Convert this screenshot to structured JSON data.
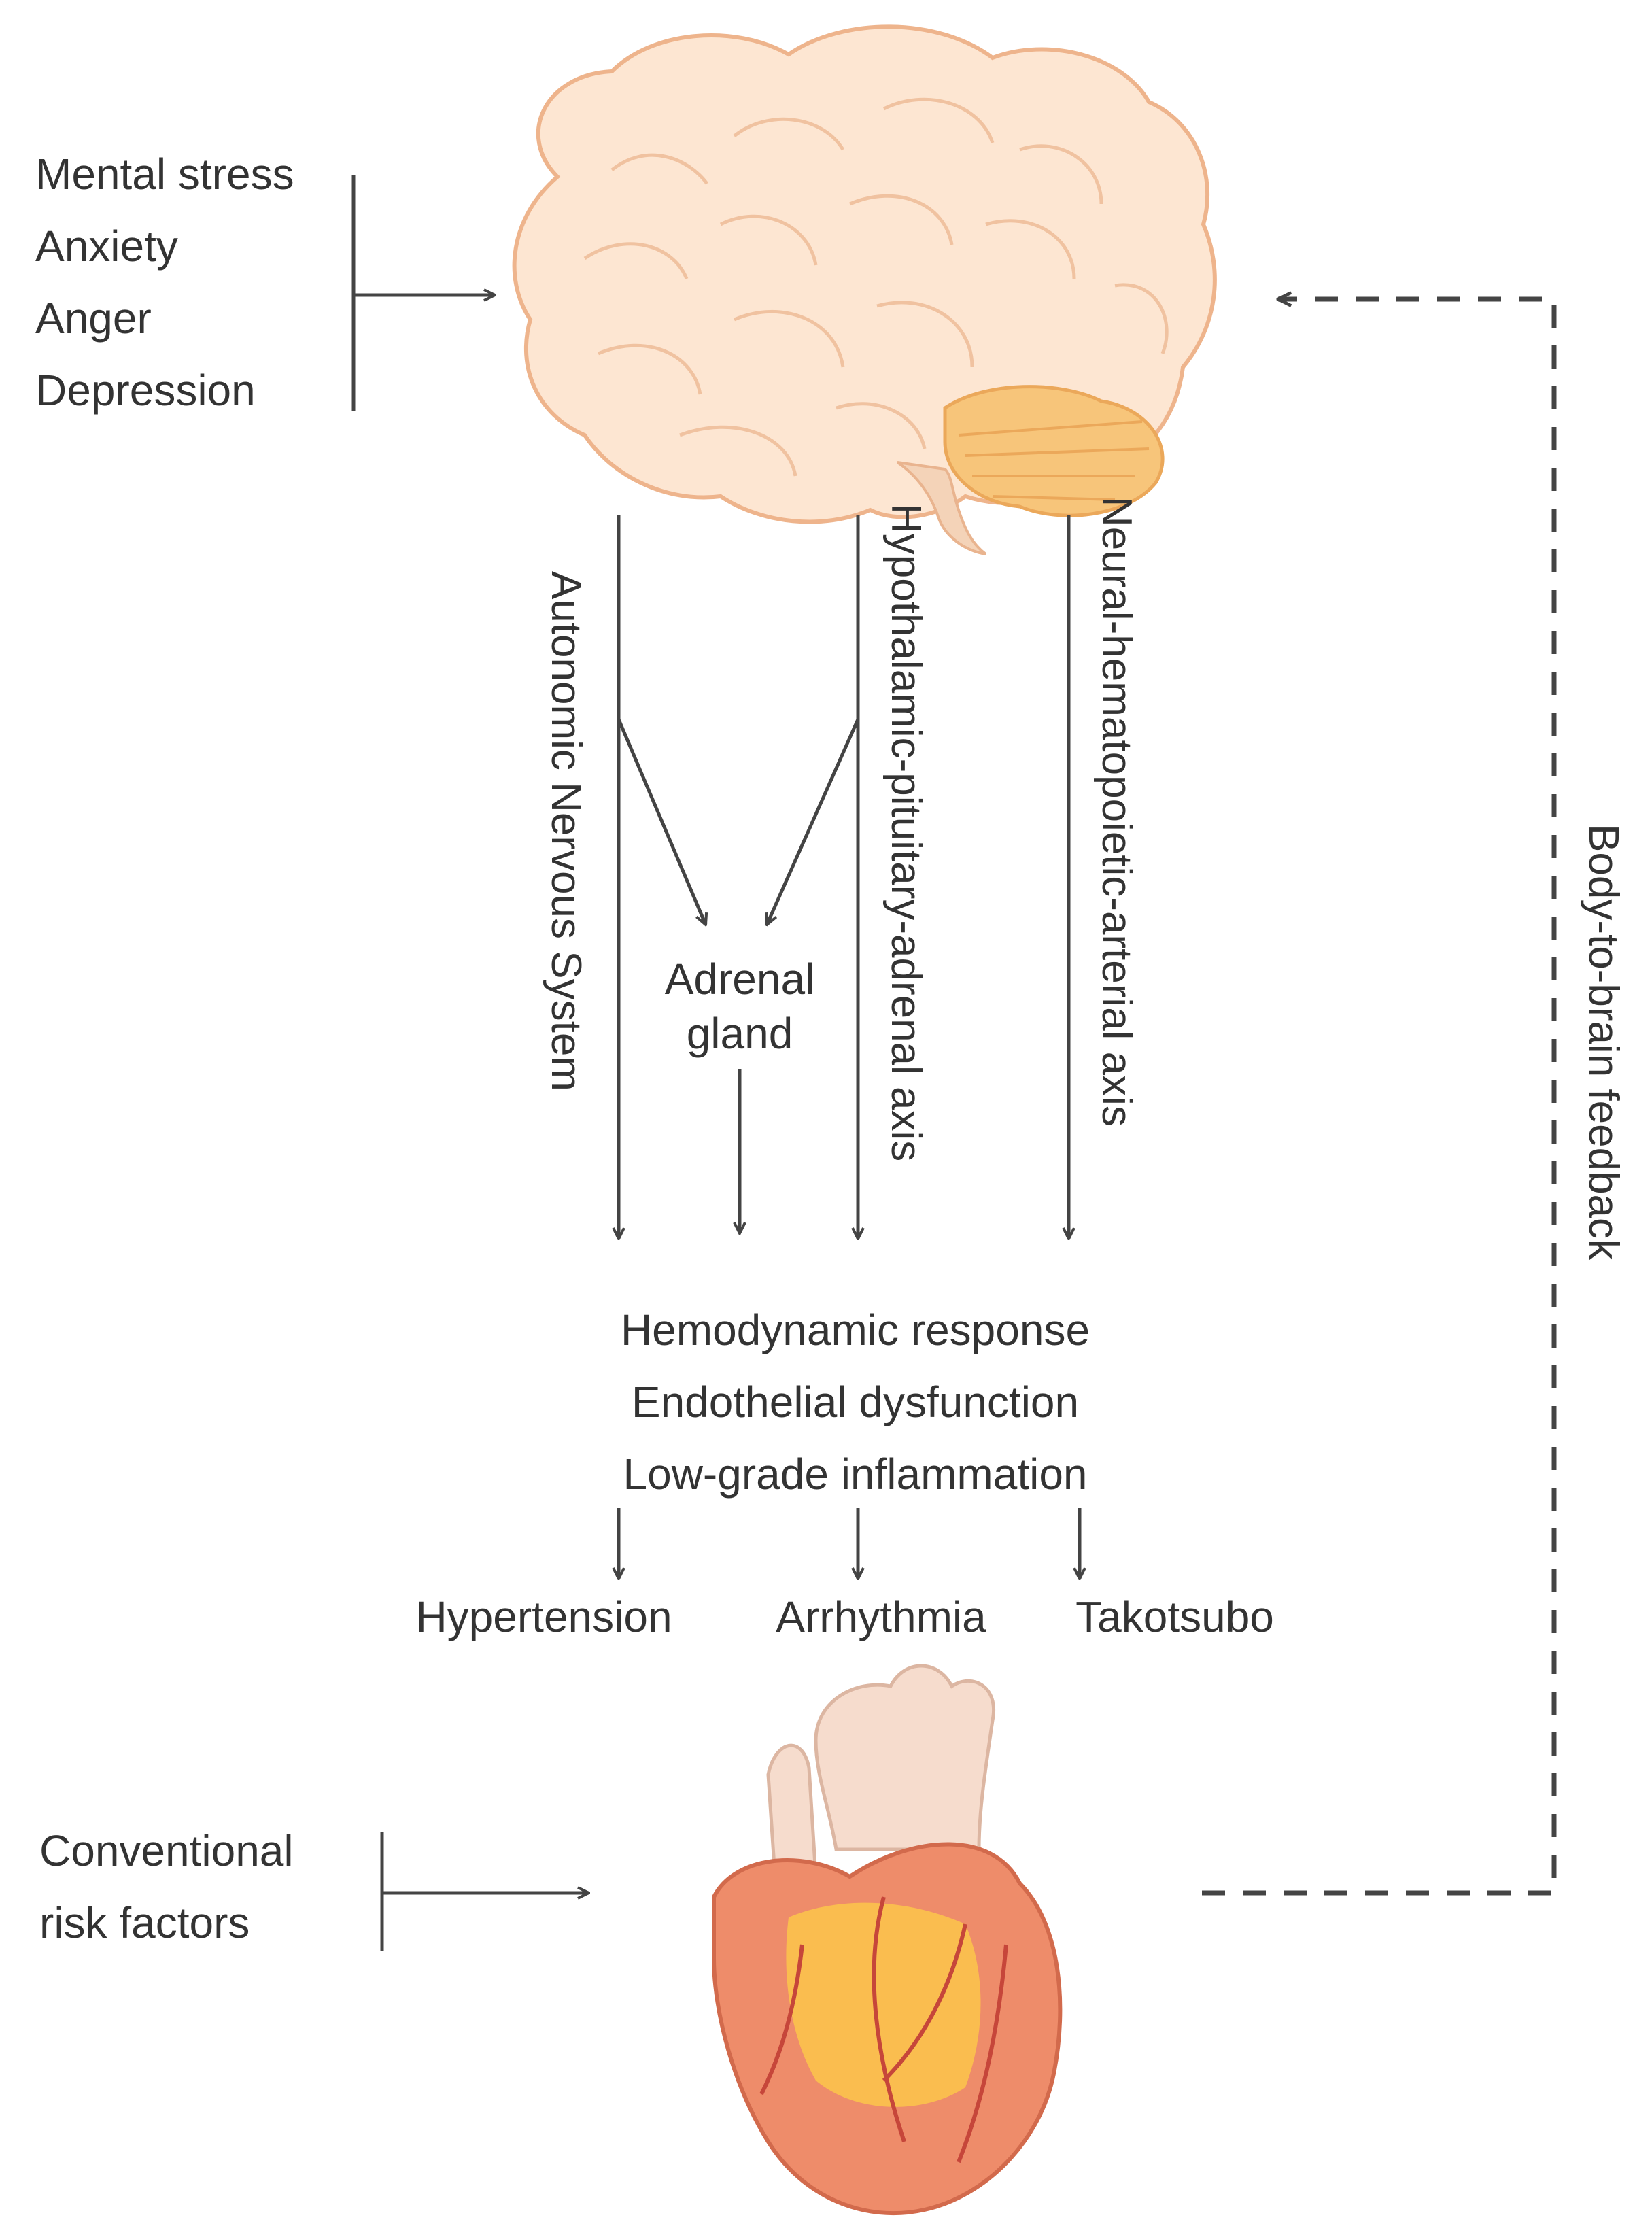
{
  "stressors": {
    "items": [
      "Mental stress",
      "Anxiety",
      "Anger",
      "Depression"
    ]
  },
  "pathways": {
    "autonomic": "Autonomic Nervous System",
    "hpa": "Hypothalamic-pituitary-adrenal axis",
    "neural": "Neural-hematopoietic-arterial axis"
  },
  "adrenal": {
    "line1": "Adrenal",
    "line2": "gland"
  },
  "effects": {
    "items": [
      "Hemodynamic response",
      "Endothelial dysfunction",
      "Low-grade inflammation"
    ]
  },
  "outcomes": {
    "items": [
      "Hypertension",
      "Arrhythmia",
      "Takotsubo"
    ]
  },
  "risk_factors": {
    "line1": "Conventional",
    "line2": "risk factors"
  },
  "feedback": {
    "label": "Body-to-brain feedback"
  },
  "illustrations": {
    "brain": "brain-illustration",
    "heart": "heart-illustration"
  },
  "colors": {
    "line": "#444444",
    "text": "#333333",
    "brain_fill": "#fde6d2",
    "brain_stroke": "#eeb48c",
    "cerebellum": "#f7c57a",
    "heart_fill": "#ee8c6a",
    "heart_highlight": "#fbc54a",
    "aorta": "#f6dccd",
    "vessel": "#c6463a"
  }
}
